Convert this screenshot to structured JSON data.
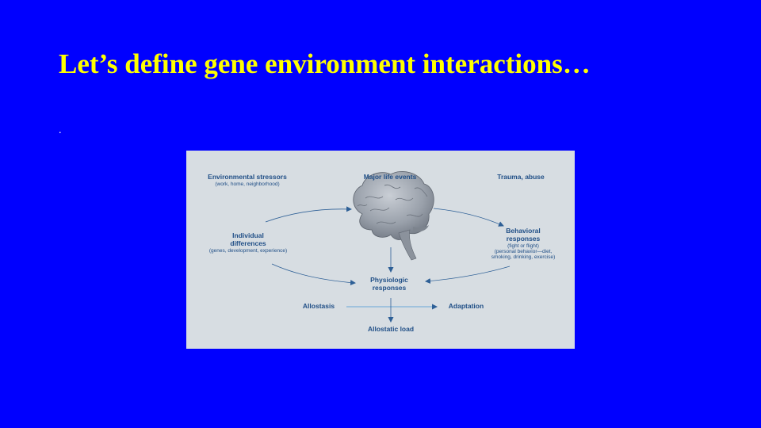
{
  "slide": {
    "title": "Let’s define gene environment interactions…",
    "bullet": "."
  },
  "diagram": {
    "environmental_stressors": {
      "title": "Environmental stressors",
      "subtitle": "(work, home, neighborhood)"
    },
    "major_life_events": "Major life events",
    "trauma_abuse": "Trauma, abuse",
    "individual_differences": {
      "title_lines": [
        "Individual",
        "differences"
      ],
      "subtitle": "(genes, development, experience)"
    },
    "behavioral_responses": {
      "title_lines": [
        "Behavioral",
        "responses"
      ],
      "subtitle_lines": [
        "(fight or flight)",
        "(personal behavior—diet,",
        "smoking, drinking, exercise)"
      ]
    },
    "physiologic_responses": {
      "title_lines": [
        "Physiologic",
        "responses"
      ]
    },
    "allostasis": "Allostasis",
    "adaptation": "Adaptation",
    "allostatic_load": "Allostatic load",
    "colors": {
      "panel_background": "#d7dde2",
      "label_text": "#1f4e86",
      "arrow": "#2d5f96",
      "brain": "#9aa1ab"
    },
    "icons": [
      "brain-icon"
    ]
  }
}
